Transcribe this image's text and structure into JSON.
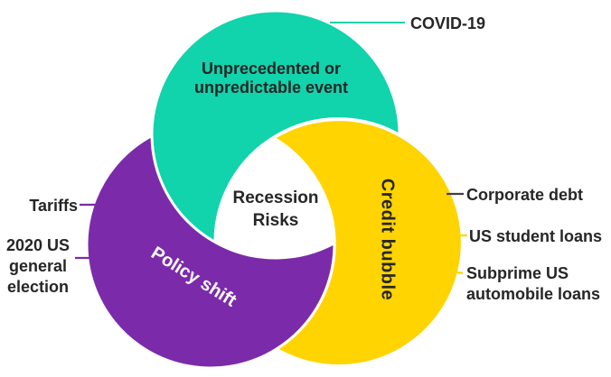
{
  "diagram": {
    "type": "three-segment interlocking crescent (pinwheel) diagram",
    "center": {
      "label": "Recession Risks"
    },
    "segments": {
      "unprecedented": {
        "label": "Unprecedented or unpredictable event"
      },
      "policy": {
        "label": "Policy shift"
      },
      "credit": {
        "label": "Credit bubble"
      }
    },
    "callouts": {
      "covid": {
        "label": "COVID-19"
      },
      "tariffs": {
        "label": "Tariffs"
      },
      "election": {
        "label": "2020 US general election"
      },
      "corporate": {
        "label": "Corporate debt"
      },
      "student": {
        "label": "US student loans"
      },
      "subprime": {
        "label": "Subprime US automobile loans"
      }
    }
  },
  "colors": {
    "teal": "#11D3AC",
    "purple": "#7B2BA9",
    "yellow": "#FFD400",
    "text_dark": "#262626",
    "connector_dark": "#3F3F3F",
    "white": "#FFFFFF"
  }
}
